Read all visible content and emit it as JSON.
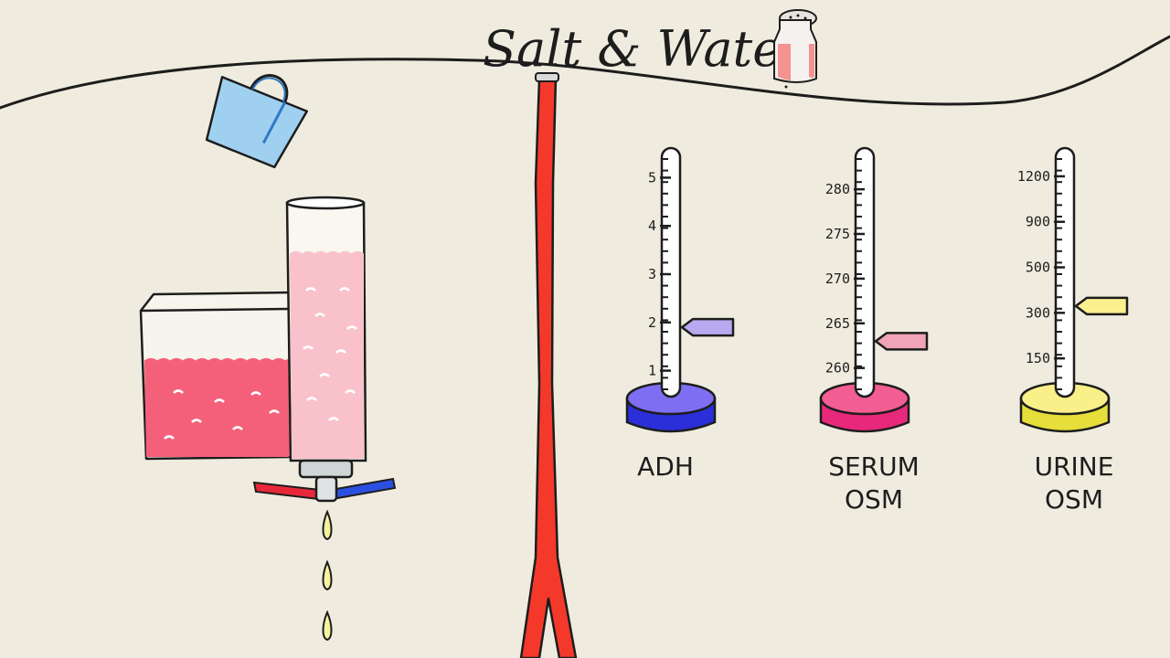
{
  "title": "Salt & Water",
  "icons": {
    "salt_shaker": "salt-shaker-icon",
    "bucket": "bucket-icon",
    "water_drop": "water-drop-icon"
  },
  "colors": {
    "background": "#efecdf",
    "vessel_red": "#f4392a",
    "bucket_blue": "#9fd0f0",
    "tank_water": "#f4607a",
    "column_water": "#f9c2cb",
    "valve_red": "#e8283a",
    "valve_blue": "#2b4fe0",
    "drop_yellow": "#f6f2a0"
  },
  "gauges": [
    {
      "id": "adh",
      "label_lines": [
        "ADH"
      ],
      "ticks": [
        "1",
        "2",
        "3",
        "4",
        "5"
      ],
      "range": [
        0.5,
        5.5
      ],
      "value": 1.9,
      "base_color": "#7e6ff2",
      "base_rim": "#2a2fd9",
      "marker_color": "#b7a9ef"
    },
    {
      "id": "serum-osm",
      "label_lines": [
        "SERUM",
        "OSM"
      ],
      "ticks": [
        "260",
        "265",
        "270",
        "275",
        "280"
      ],
      "range": [
        257,
        284
      ],
      "value": 263,
      "base_color": "#f25d93",
      "base_rim": "#e8287a",
      "marker_color": "#f2a4b7"
    },
    {
      "id": "urine-osm",
      "label_lines": [
        "URINE",
        "OSM"
      ],
      "ticks": [
        "150",
        "300",
        "500",
        "900",
        "1200"
      ],
      "tick_levels": [
        1,
        2,
        3,
        4,
        5
      ],
      "range": [
        0.2,
        5.5
      ],
      "value": 2.15,
      "base_color": "#f9f08a",
      "base_rim": "#e6de3a",
      "marker_color": "#faf08f"
    }
  ],
  "system": {
    "tank_level": 0.66,
    "column_level": 0.82,
    "drops": 3
  }
}
